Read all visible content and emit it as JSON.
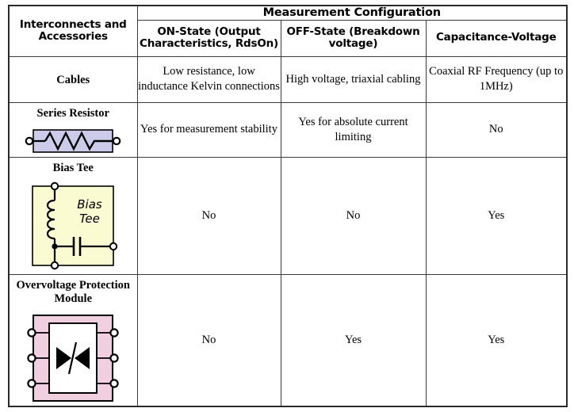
{
  "table": {
    "header": {
      "col1_label": "Interconnects and Accessories",
      "group_label": "Measurement Configuration",
      "sub_headers": [
        "ON-State (Output Characteristics, RdsOn)",
        "OFF-State (Breakdown voltage)",
        "Capacitance-Voltage"
      ]
    },
    "rows": [
      {
        "label": "Cables",
        "figure": "none",
        "on_state": "Low resistance, low inductance Kelvin connections",
        "off_state": "High voltage, triaxial cabling",
        "cap_voltage": "Coaxial RF Frequency (up to 1MHz)"
      },
      {
        "label": "Series Resistor",
        "figure": "series-resistor-symbol",
        "on_state": "Yes for measurement stability",
        "off_state": "Yes for absolute current limiting",
        "cap_voltage": "No"
      },
      {
        "label": "Bias Tee",
        "figure": "bias-tee-symbol",
        "figure_inner_label_line1": "Bias",
        "figure_inner_label_line2": "Tee",
        "on_state": "No",
        "off_state": "No",
        "cap_voltage": "Yes"
      },
      {
        "label": "Overvoltage Protection Module",
        "figure": "overvoltage-protection-symbol",
        "on_state": "No",
        "off_state": "Yes",
        "cap_voltage": "Yes"
      }
    ]
  },
  "colors": {
    "resistor_fill": "#ccccea",
    "bias_tee_fill": "#fbfbd2",
    "ovp_outer_fill": "#f2cfe0",
    "ovp_inner_fill": "#ffffff",
    "line": "#000000",
    "border": "#3a3a3a",
    "page_background": "#ffffff"
  }
}
